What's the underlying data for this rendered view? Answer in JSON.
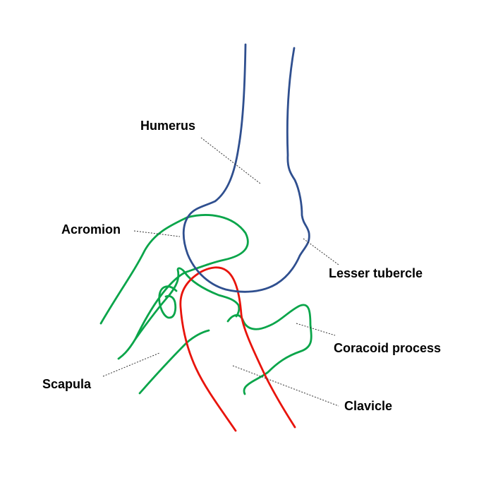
{
  "labels": {
    "humerus": "Humerus",
    "acromion": "Acromion",
    "lesser_tubercle": "Lesser tubercle",
    "coracoid_process": "Coracoid process",
    "scapula": "Scapula",
    "clavicle": "Clavicle"
  },
  "colors": {
    "humerus": "#2f4f8f",
    "scapula": "#0aa54a",
    "clavicle": "#e8140c",
    "text": "#000000",
    "leader": "#333333"
  }
}
